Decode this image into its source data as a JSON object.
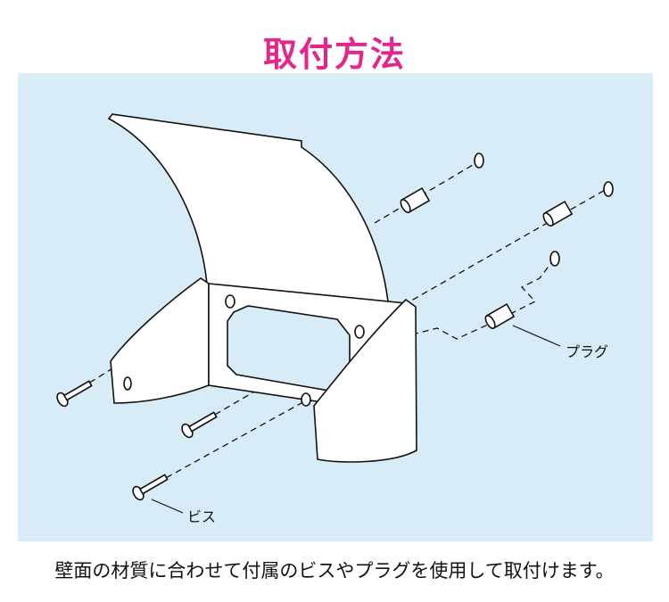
{
  "title": "取付方法",
  "labels": {
    "plug": "プラグ",
    "screw": "ビス"
  },
  "caption": "壁面の材質に合わせて付属のビスやプラグを使用して取付けます。",
  "colors": {
    "title": "#e4268a",
    "panel": "#d8ecf7"
  }
}
